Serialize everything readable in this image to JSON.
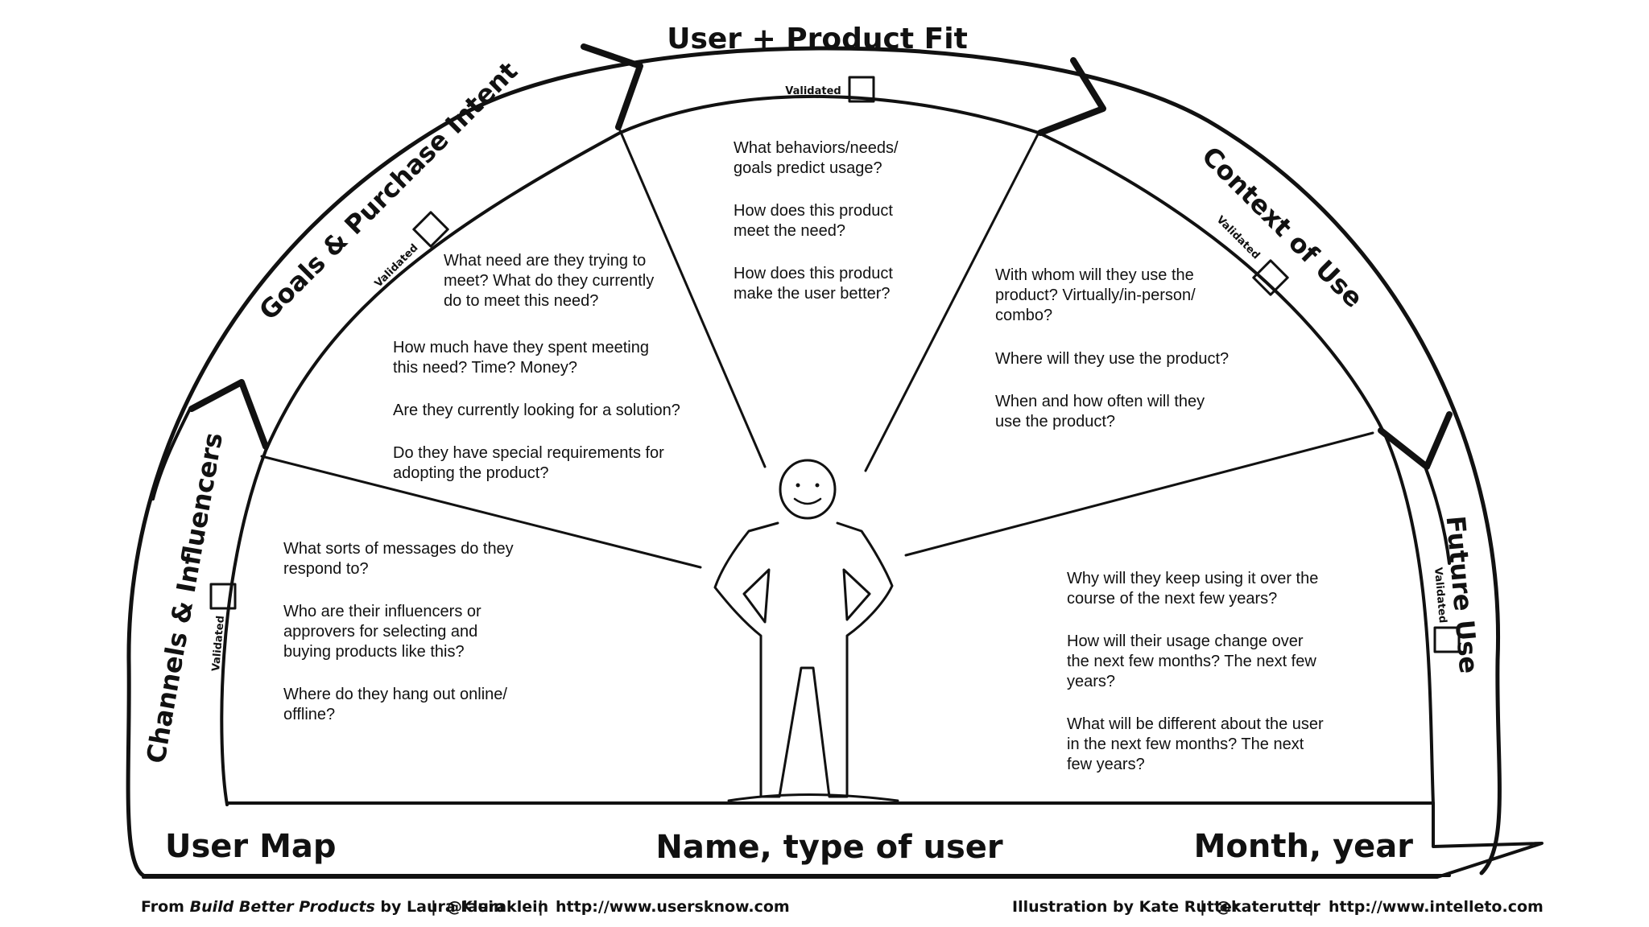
{
  "bands": {
    "top": "User + Product Fit",
    "goals": "Goals & Purchase Intent",
    "context": "Context of Use",
    "channels": "Channels & Influencers",
    "future": "Future Use"
  },
  "validated_label": "Validated",
  "sections": {
    "top_questions": [
      "What behaviors/needs/",
      "goals predict usage?",
      "How does this product",
      "meet the need?",
      "How does this product",
      "make the user better?"
    ],
    "goals_questions": [
      "What need are they trying to",
      "meet? What do they currently",
      "do to meet this need?",
      "How much have they spent meeting",
      "this need? Time? Money?",
      "Are they currently looking for a solution?",
      "Do they have special requirements for",
      "adopting the product?"
    ],
    "context_questions": [
      "With whom will they use the",
      "product? Virtually/in-person/",
      "combo?",
      "Where will they use the product?",
      "When and how often will they",
      "use the product?"
    ],
    "channels_questions": [
      "What sorts of messages do they",
      "respond to?",
      "Who are their influencers or",
      "approvers for selecting and",
      "buying products like this?",
      "Where do they hang out online/",
      "offline?"
    ],
    "future_questions": [
      "Why will they keep using it over the",
      "course of the next few years?",
      "How will their usage change over",
      "the next few months? The next few",
      "years?",
      "What will be different about the user",
      "in the next few months? The next",
      "few years?"
    ]
  },
  "bottom": {
    "left": "User Map",
    "center": "Name, type of user",
    "right": "Month, year"
  },
  "credits": {
    "left_from": "From ",
    "left_book": "Build Better Products",
    "left_author": " by Laura Klein",
    "left_handle": "@lauraklein",
    "left_url": "http://www.usersknow.com",
    "right_illustration": "Illustration by Kate Rutter",
    "right_handle": "@katerutter",
    "right_url": "http://www.intelleto.com",
    "separator": "|"
  }
}
